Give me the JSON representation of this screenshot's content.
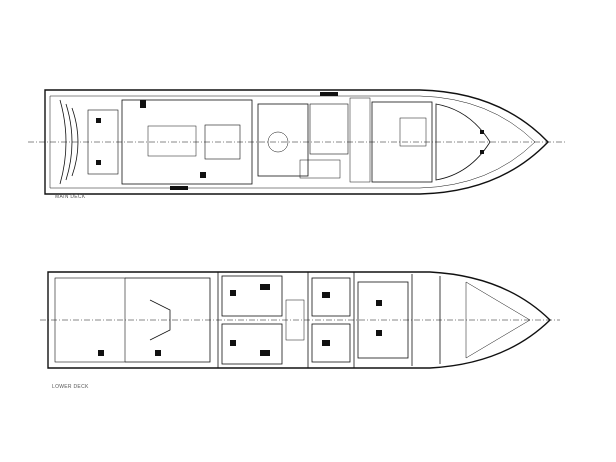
{
  "decks": [
    {
      "id": "main",
      "label": "MAIN DECK"
    },
    {
      "id": "lower",
      "label": "LOWER DECK"
    }
  ],
  "colors": {
    "line": "#111111",
    "background": "#ffffff"
  }
}
